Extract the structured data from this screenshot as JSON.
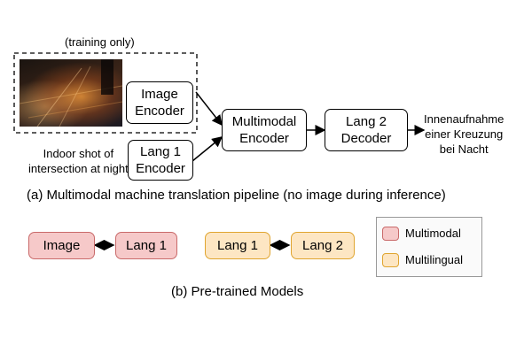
{
  "pipeline": {
    "training_note": "(training only)",
    "image_caption": "Indoor shot of\nintersection at night",
    "image_encoder": "Image\nEncoder",
    "lang1_encoder": "Lang 1\nEncoder",
    "multimodal_encoder": "Multimodal\nEncoder",
    "lang2_decoder": "Lang 2\nDecoder",
    "output_text": "Innenaufnahme\neiner Kreuzung\nbei Nacht",
    "caption": "(a) Multimodal machine translation pipeline (no image during inference)"
  },
  "pretrained": {
    "pair1_left": "Image",
    "pair1_right": "Lang 1",
    "pair2_left": "Lang 1",
    "pair2_right": "Lang 2",
    "legend": {
      "multimodal": "Multimodal",
      "multilingual": "Multilingual"
    },
    "caption": "(b) Pre-trained Models"
  },
  "colors": {
    "multimodal_fill": "#f6c9c9",
    "multimodal_border": "#c96a6a",
    "multilingual_fill": "#fde6c3",
    "multilingual_border": "#e0a530"
  }
}
